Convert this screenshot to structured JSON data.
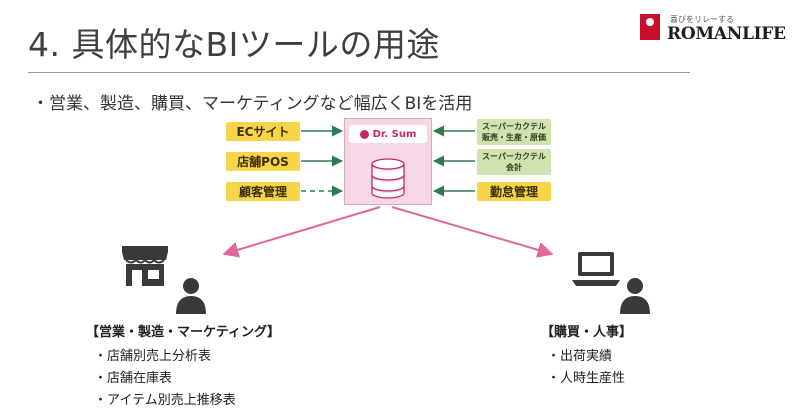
{
  "title": "4. 具体的なBIツールの用途",
  "logo": {
    "tagline": "喜びをリレーする",
    "name": "ROMANLIFE"
  },
  "subtitle": "・営業、製造、購買、マーケティングなど幅広くBIを活用",
  "center": {
    "product": "Dr. Sum"
  },
  "sources_left": [
    "ECサイト",
    "店舗POS",
    "顧客管理"
  ],
  "sources_right": [
    {
      "line1": "スーパーカクテル",
      "line2": "販売・生産・原価"
    },
    {
      "line1": "スーパーカクテル",
      "line2": "会計"
    },
    {
      "line1": "勤怠管理",
      "line2": ""
    }
  ],
  "left_group": {
    "heading": "【営業・製造・マーケティング】",
    "items": [
      "・店舗別売上分析表",
      "・店舗在庫表",
      "・アイテム別売上推移表"
    ]
  },
  "right_group": {
    "heading": "【購買・人事】",
    "items": [
      "・出荷実績",
      "・人時生産性"
    ]
  },
  "icons": [
    "store-icon",
    "person-icon",
    "laptop-icon",
    "database-icon",
    "logo-icon"
  ],
  "colors": {
    "yellow": "#f6d54a",
    "green": "#cfe3b1",
    "pink": "#f5d7e5",
    "arrow_pink": "#e0689b",
    "arrow_green": "#2e7d50",
    "brand_red": "#c8102e"
  }
}
